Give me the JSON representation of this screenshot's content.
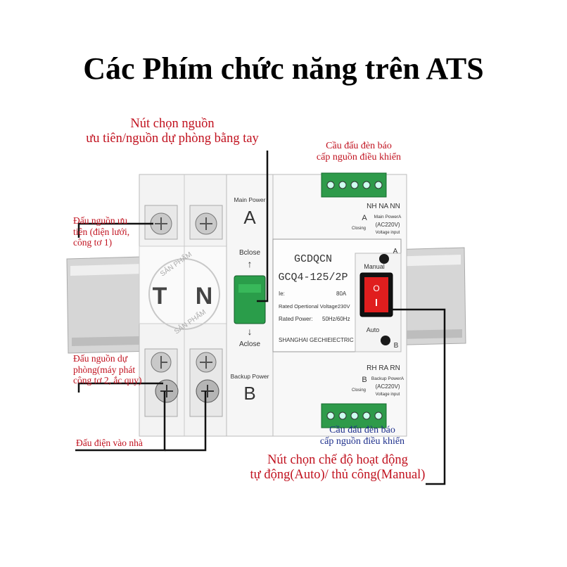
{
  "title": "Các Phím chức năng trên ATS",
  "labels": {
    "priority_button": [
      "Nút chọn nguồn",
      "ưu tiên/nguồn dự phòng bằng tay"
    ],
    "control_terminal_top": [
      "Cầu đấu đèn báo",
      "cấp nguồn điều khiển"
    ],
    "main_source_terminal": [
      "Đấu nguồn ưu",
      "tiên (điện lưới,",
      "công tơ 1)"
    ],
    "backup_source_terminal": [
      "Đấu nguồn dự",
      "phòng(máy phát",
      "công tơ 2, ắc quy)"
    ],
    "house_output": "Đấu điện vào nhà",
    "control_terminal_bottom": [
      "Cầu đấu đèn báo",
      "cấp nguồn điều khiển"
    ],
    "mode_button": [
      "Nút chọn chế độ hoạt động",
      "tự động(Auto)/ thủ công(Manual)"
    ]
  },
  "device": {
    "brand": "GCDQCN",
    "model": "GCQ4-125/2P",
    "ie_label": "Ie:",
    "ie_value": "80A",
    "voltage_label": "Rated Opertional Voltage:",
    "voltage_value": "230V",
    "power_label": "Rated Power:",
    "power_value": "50Hz/60Hz",
    "maker": "SHANGHAI GECHIEIECTRIC CO.,LED",
    "main_power": "Main Power",
    "main_letter": "A",
    "backup_power": "Backup Power",
    "backup_letter": "B",
    "bclose": "Bclose",
    "aclose": "Aclose",
    "manual": "Manual",
    "auto": "Auto",
    "lamp_a": "A",
    "lamp_b": "B",
    "pole_t": "T",
    "pole_n": "N",
    "watermark_top": "SẢN PHẨM",
    "watermark_bottom": "SẢN PHẨM",
    "top_term_codes": "NH  NA  NN",
    "top_a": "A",
    "top_closing": "Closing",
    "top_mainpowerA": "Main PowerA",
    "top_ac": "(AC220V)",
    "top_vin": "Voltage input",
    "bot_term_codes": "RH  RA  RN",
    "bot_b": "B",
    "bot_closing": "Closing",
    "bot_backuppowerA": "Backup PowerA",
    "bot_ac": "(AC220V)",
    "bot_vin": "Voltage input"
  },
  "colors": {
    "label_red": "#c1121f",
    "label_blue": "#1d2f8c",
    "switch_red": "#e01e1e",
    "handle_green": "#1e8a3c"
  }
}
